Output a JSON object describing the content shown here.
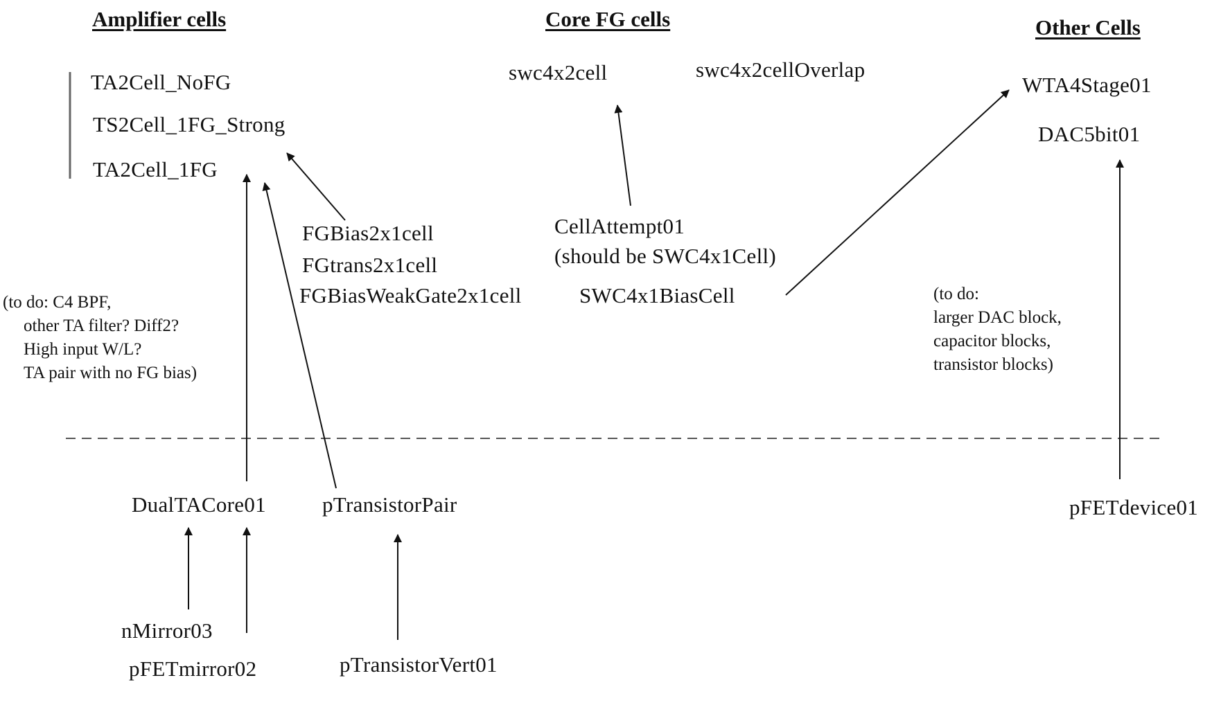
{
  "headers": {
    "amplifier": "Amplifier cells",
    "core": "Core FG cells",
    "other": "Other Cells"
  },
  "amplifier_cells": {
    "ta2cell_nofg": "TA2Cell_NoFG",
    "ts2cell_1fg_strong": "TS2Cell_1FG_Strong",
    "ta2cell_1fg": "TA2Cell_1FG"
  },
  "fg_bias_cells": {
    "fgbias": "FGBias2x1cell",
    "fgtrans": "FGtrans2x1cell",
    "fgbias_weakgate": "FGBiasWeakGate2x1cell"
  },
  "core_cells": {
    "swc4x2cell": "swc4x2cell",
    "swc4x2cell_overlap": "swc4x2cellOverlap",
    "cellattempt01": "CellAttempt01",
    "cellattempt01_note": "(should be SWC4x1Cell)",
    "swc4x1biascell": "SWC4x1BiasCell"
  },
  "other_cells": {
    "wta4stage01": "WTA4Stage01",
    "dac5bit01": "DAC5bit01"
  },
  "todo_amplifier": [
    "(to do: C4 BPF,",
    "other TA filter? Diff2?",
    "High input W/L?",
    "TA pair with no FG bias)"
  ],
  "todo_other": [
    "(to do:",
    "larger DAC block,",
    "capacitor blocks,",
    "transistor blocks)"
  ],
  "primitive_cells": {
    "dualtacore01": "DualTACore01",
    "ptransistorpair": "pTransistorPair",
    "pfetdevice01": "pFETdevice01",
    "nmirror03": "nMirror03",
    "pfetmirror02": "pFETmirror02",
    "ptransistorvert01": "pTransistorVert01"
  },
  "colors": {
    "ink": "#111111",
    "bracket": "#666666",
    "dashed_divider": "#555555"
  }
}
